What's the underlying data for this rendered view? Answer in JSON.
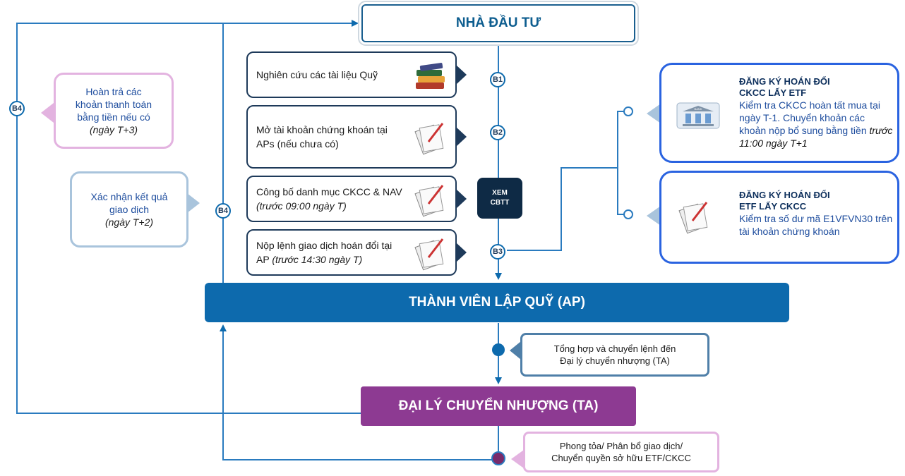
{
  "nodes": {
    "investor": "NHÀ ĐẦU TƯ",
    "ap": "THÀNH VIÊN LẬP QUỸ (AP)",
    "ta": "ĐẠI LÝ CHUYỂN NHƯỢNG (TA)"
  },
  "steps": [
    {
      "text": "Nghiên cứu các tài liệu Quỹ",
      "icon": "books-icon"
    },
    {
      "text": "Mở tài khoản chứng khoán tại APs (nếu chưa có)",
      "icon": "document-icon"
    },
    {
      "text": "Công bố danh mục CKCC & NAV",
      "italic": "(trước 09:00 ngày T)",
      "icon": "document-icon"
    },
    {
      "text": "Nộp lệnh giao dịch hoán đổi tại AP",
      "italic": "(trước 14:30 ngày T)",
      "icon": "document-icon"
    }
  ],
  "badges": {
    "b1": "B1",
    "b2": "B2",
    "b3": "B3",
    "b4a": "B4",
    "b4b": "B4"
  },
  "xem": {
    "line1": "XEM",
    "line2": "CBTT"
  },
  "notes": {
    "refund": {
      "line1": "Hoàn trả các",
      "line2": "khoản thanh toán",
      "line3": "bằng tiền nếu có",
      "italic": "(ngày T+3)"
    },
    "confirm": {
      "line1": "Xác nhận kết quả",
      "line2": "giao dịch",
      "italic": "(ngày T+2)"
    }
  },
  "right_cards": [
    {
      "title1": "ĐĂNG KÝ HOÁN ĐỔI",
      "title2": "CKCC LẤY ETF",
      "body": "Kiểm tra CKCC hoàn tất mua tại ngày T-1. Chuyển khoản các khoản nộp bổ sung bằng tiền",
      "italic": "trước 11:00 ngày T+1",
      "icon": "bank-icon",
      "icon_label": "BANK"
    },
    {
      "title1": "ĐĂNG KÝ HOÁN ĐỔI",
      "title2": "ETF LẤY CKCC",
      "body": "Kiểm tra số dư mã E1VFVN30 trên tài khoản chứng khoán",
      "icon": "document-icon"
    }
  ],
  "callouts": {
    "aggregate": {
      "line1": "Tổng hợp và chuyển lệnh đến",
      "line2": "Đại lý chuyển nhượng (TA)"
    },
    "block": {
      "line1": "Phong tỏa/ Phân bổ giao dịch/",
      "line2": "Chuyển quyền sở hữu ETF/CKCC"
    }
  },
  "colors": {
    "navy": "#1e3a5a",
    "blue": "#0d6aad",
    "purple": "#8d3a92",
    "pink": "#e3b3e0",
    "lightblue": "#a9c4dc",
    "cardblue": "#2a63e0"
  }
}
